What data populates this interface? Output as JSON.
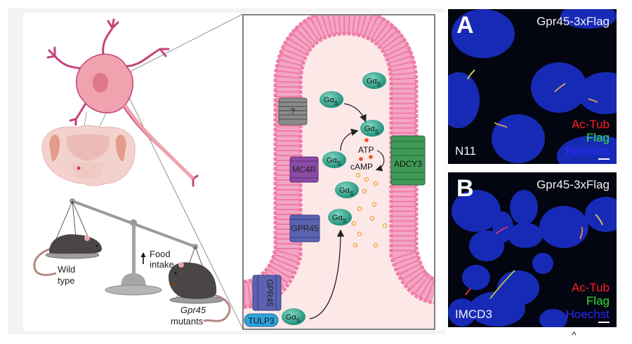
{
  "figure": {
    "left_panel": {
      "scale_labels": {
        "wild_type_line1": "Wild",
        "wild_type_line2": "type",
        "mutant_line1": "Gpr45",
        "mutant_line2": "mutants",
        "food_line1": "Food",
        "food_line2": "intake",
        "food_arrow_icon": "up-arrow-icon"
      }
    },
    "cilium_inset": {
      "receptors": {
        "unknown": "?",
        "mc4r": "MC4R",
        "gpr45_upper": "GPR45",
        "gpr45_lower": "GPR45",
        "tulp3": "TULP3",
        "adcy3": "ADCY3"
      },
      "g_protein_label": "Gα",
      "g_protein_sub": "S",
      "atp": "ATP",
      "camp": "cAMP"
    },
    "colors": {
      "membrane": "#e9578f",
      "cilium_interior": "#fde8e8",
      "g_protein": "#2fa58f",
      "gray_receptor": "#8b8b8b",
      "mc4r": "#8a4aa6",
      "gpr45": "#5b63b0",
      "adcy3": "#3f9a55",
      "tulp3": "#2ea3dc",
      "neuron": "#f0a2ae",
      "mouse": "#4a4646"
    },
    "micrographs": [
      {
        "panel_letter": "A",
        "title": "Gpr45-3xFlag",
        "cell_line": "N11",
        "legend": [
          "Ac-Tub",
          "Flag",
          "Hoechst"
        ]
      },
      {
        "panel_letter": "B",
        "title": "Gpr45-3xFlag",
        "cell_line": "IMCD3",
        "legend": [
          "Ac-Tub",
          "Flag",
          "Hoechst"
        ]
      }
    ],
    "caret": "^"
  }
}
